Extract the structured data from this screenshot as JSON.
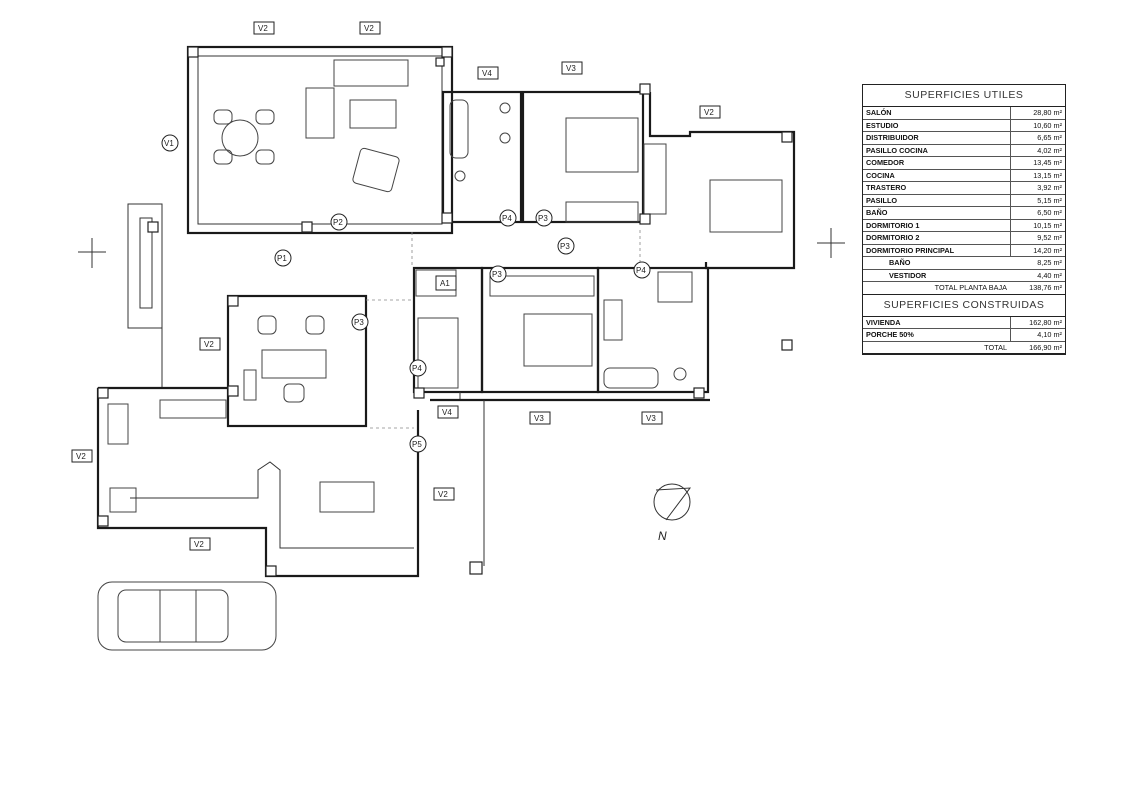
{
  "openings": {
    "v1": "V1",
    "v2": "V2",
    "v3": "V3",
    "v4": "V4",
    "p1": "P1",
    "p2": "P2",
    "p3": "P3",
    "p4": "P4",
    "p5": "P5",
    "a1": "A1"
  },
  "north_label": "N",
  "useful_areas": {
    "title": "SUPERFICIES UTILES",
    "rows": [
      {
        "name": "SALÓN",
        "value": "28,80 m²"
      },
      {
        "name": "ESTUDIO",
        "value": "10,60 m²"
      },
      {
        "name": "DISTRIBUIDOR",
        "value": "6,65 m²"
      },
      {
        "name": "PASILLO COCINA",
        "value": "4,02 m²"
      },
      {
        "name": "COMEDOR",
        "value": "13,45 m²"
      },
      {
        "name": "COCINA",
        "value": "13,15 m²"
      },
      {
        "name": "TRASTERO",
        "value": "3,92 m²"
      },
      {
        "name": "PASILLO",
        "value": "5,15 m²"
      },
      {
        "name": "BAÑO",
        "value": "6,50 m²"
      },
      {
        "name": "DORMITORIO 1",
        "value": "10,15 m²"
      },
      {
        "name": "DORMITORIO 2",
        "value": "9,52 m²"
      },
      {
        "name": "DORMITORIO PRINCIPAL",
        "value": "14,20 m²"
      }
    ],
    "sub_rows": [
      {
        "name": "BAÑO",
        "value": "8,25 m²"
      },
      {
        "name": "VESTIDOR",
        "value": "4,40 m²"
      }
    ],
    "total_label": "TOTAL PLANTA BAJA",
    "total_value": "138,76 m²"
  },
  "built_areas": {
    "title": "SUPERFICIES CONSTRUIDAS",
    "rows": [
      {
        "name": "VIVIENDA",
        "value": "162,80 m²"
      },
      {
        "name": "PORCHE 50%",
        "value": "4,10 m²"
      }
    ],
    "total_label": "TOTAL",
    "total_value": "166,90 m²"
  }
}
